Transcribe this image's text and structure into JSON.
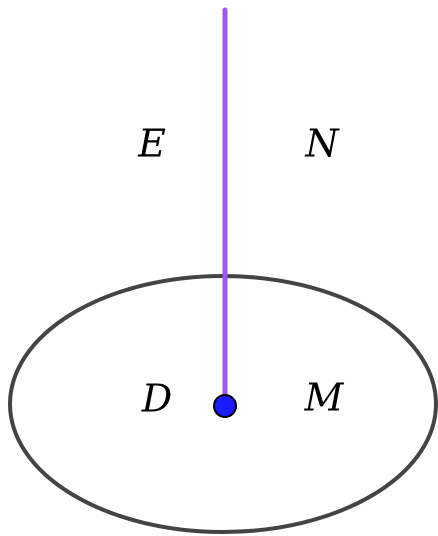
{
  "labels": {
    "e": "E",
    "n": "N",
    "d": "D",
    "m": "M"
  },
  "colors": {
    "segment": "#9b59f0",
    "ellipse_stroke": "#444444",
    "point_fill": "#1a1aff",
    "point_stroke": "#000000"
  }
}
